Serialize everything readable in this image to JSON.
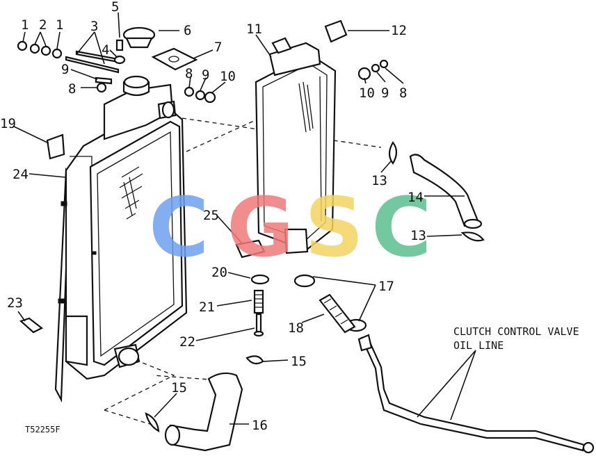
{
  "figure_code": "T52255F",
  "callout": "CLUTCH CONTROL VALVE\nOIL LINE",
  "callout_lines": [
    "CLUTCH CONTROL VALVE",
    "OIL LINE"
  ],
  "watermark": {
    "letters": [
      "C",
      "G",
      "S",
      "C"
    ],
    "colors": [
      "#6ea0f0",
      "#f07a7a",
      "#f5d460",
      "#5cbf8f"
    ]
  },
  "labels": [
    {
      "id": "l1a",
      "text": "1"
    },
    {
      "id": "l2",
      "text": "2"
    },
    {
      "id": "l1b",
      "text": "1"
    },
    {
      "id": "l3",
      "text": "3"
    },
    {
      "id": "l4",
      "text": "4"
    },
    {
      "id": "l5",
      "text": "5"
    },
    {
      "id": "l6",
      "text": "6"
    },
    {
      "id": "l7",
      "text": "7"
    },
    {
      "id": "l9a",
      "text": "9"
    },
    {
      "id": "l8a",
      "text": "8"
    },
    {
      "id": "l8b",
      "text": "8"
    },
    {
      "id": "l9b",
      "text": "9"
    },
    {
      "id": "l10a",
      "text": "10"
    },
    {
      "id": "l11",
      "text": "11"
    },
    {
      "id": "l12",
      "text": "12"
    },
    {
      "id": "l10b",
      "text": "10"
    },
    {
      "id": "l9c",
      "text": "9"
    },
    {
      "id": "l8c",
      "text": "8"
    },
    {
      "id": "l19",
      "text": "19"
    },
    {
      "id": "l24",
      "text": "24"
    },
    {
      "id": "l13a",
      "text": "13"
    },
    {
      "id": "l14",
      "text": "14"
    },
    {
      "id": "l25",
      "text": "25"
    },
    {
      "id": "l13b",
      "text": "13"
    },
    {
      "id": "l20",
      "text": "20"
    },
    {
      "id": "l17",
      "text": "17"
    },
    {
      "id": "l21",
      "text": "21"
    },
    {
      "id": "l23",
      "text": "23"
    },
    {
      "id": "l18",
      "text": "18"
    },
    {
      "id": "l22",
      "text": "22"
    },
    {
      "id": "l15a",
      "text": "15"
    },
    {
      "id": "l15b",
      "text": "15"
    },
    {
      "id": "l16",
      "text": "16"
    }
  ]
}
